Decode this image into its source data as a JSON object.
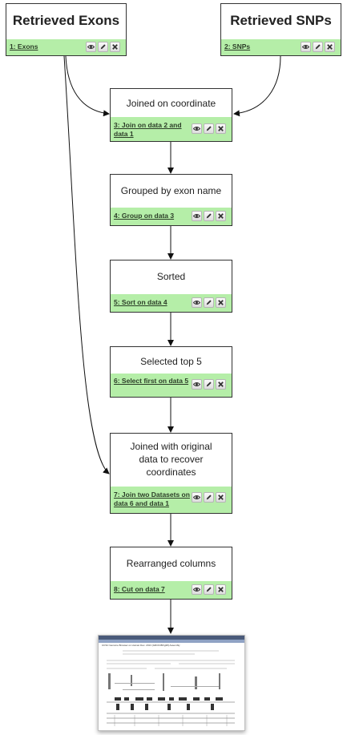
{
  "nodes": [
    {
      "title": "Retrieved Exons",
      "dataset_label": "1: Exons"
    },
    {
      "title": "Retrieved SNPs",
      "dataset_label": "2: SNPs"
    },
    {
      "title": "Joined on coordinate",
      "dataset_label": "3: Join on data 2 and data 1"
    },
    {
      "title": "Grouped by exon name",
      "dataset_label": "4: Group on data 3"
    },
    {
      "title": "Sorted",
      "dataset_label": "5: Sort on data 4"
    },
    {
      "title": "Selected top 5",
      "dataset_label": "6: Select first on data 5"
    },
    {
      "title": "Joined with original data to recover coordinates",
      "dataset_label": "7: Join two Datasets on data 6 and data 1"
    },
    {
      "title": "Rearranged columns",
      "dataset_label": "8: Cut on data 7"
    }
  ],
  "icons": {
    "view": "eye-icon",
    "edit": "pencil-icon",
    "delete": "x-icon"
  },
  "colors": {
    "footer": "#b5eea8",
    "link": "#2c3e28",
    "border": "#333333"
  },
  "thumbnail": {
    "caption": "UCSC Genome Browser on Human Dec. 2013 (GRCh38/hg38) Assembly"
  }
}
